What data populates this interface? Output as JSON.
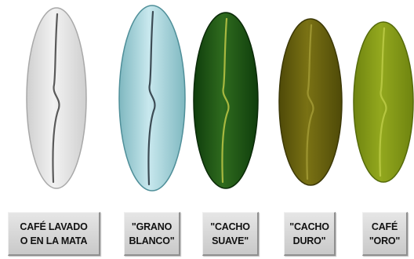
{
  "beans": [
    {
      "line1": "CAFÉ LAVADO",
      "line2": "O EN LA MATA",
      "fill_light": "#f2f2f2",
      "fill_dark": "#cfcfcf",
      "rim": "#a8a8a8",
      "crease": "#5a5a5a"
    },
    {
      "line1": "\"GRANO",
      "line2": "BLANCO\"",
      "fill_light": "#c8e8ee",
      "fill_dark": "#7fb8c0",
      "rim": "#4f8f99",
      "crease": "#3c4c55"
    },
    {
      "line1": "\"CACHO",
      "line2": "SUAVE\"",
      "fill_light": "#2f6b1e",
      "fill_dark": "#0f3d0c",
      "rim": "#0a2a08",
      "crease": "#a8b840"
    },
    {
      "line1": "\"CACHO",
      "line2": "DURO\"",
      "fill_light": "#7a7214",
      "fill_dark": "#4f4a08",
      "rim": "#3c3806",
      "crease": "#9c9430"
    },
    {
      "line1": "CAFÉ",
      "line2": "\"ORO\"",
      "fill_light": "#93a81e",
      "fill_dark": "#6f8410",
      "rim": "#556a0a",
      "crease": "#b6c640"
    }
  ]
}
